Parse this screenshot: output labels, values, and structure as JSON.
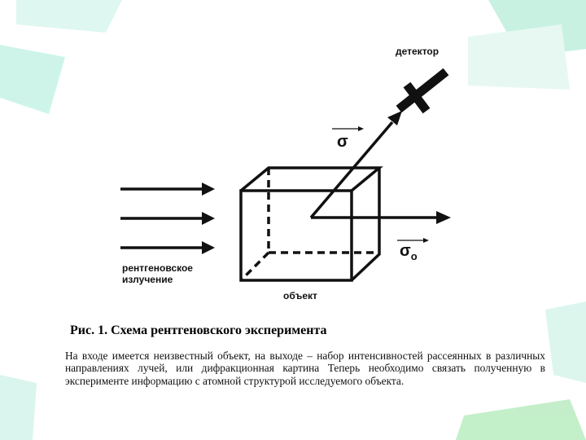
{
  "diagram": {
    "detector_label": "детектор",
    "sigma_label": "σ",
    "sigma0_symbol": "σ",
    "sigma0_subscript": "о",
    "source_label_line1": "рентгеновское",
    "source_label_line2": "излучение",
    "object_label": "объект"
  },
  "caption": "Рис. 1. Схема рентгеновского эксперимента",
  "body_text": "На входе имеется неизвестный объект, на выходе – набор интенсивностей рассеянных в различных направлениях лучей, или дифракционная картина Теперь необходимо связать полученную в эксперименте информацию с атомной структурой исследуемого объекта.",
  "colors": {
    "accent_light": "#c6f3e6",
    "accent_mid": "#8fe0cf",
    "accent_green": "#b9ecc0",
    "ink": "#111111"
  }
}
